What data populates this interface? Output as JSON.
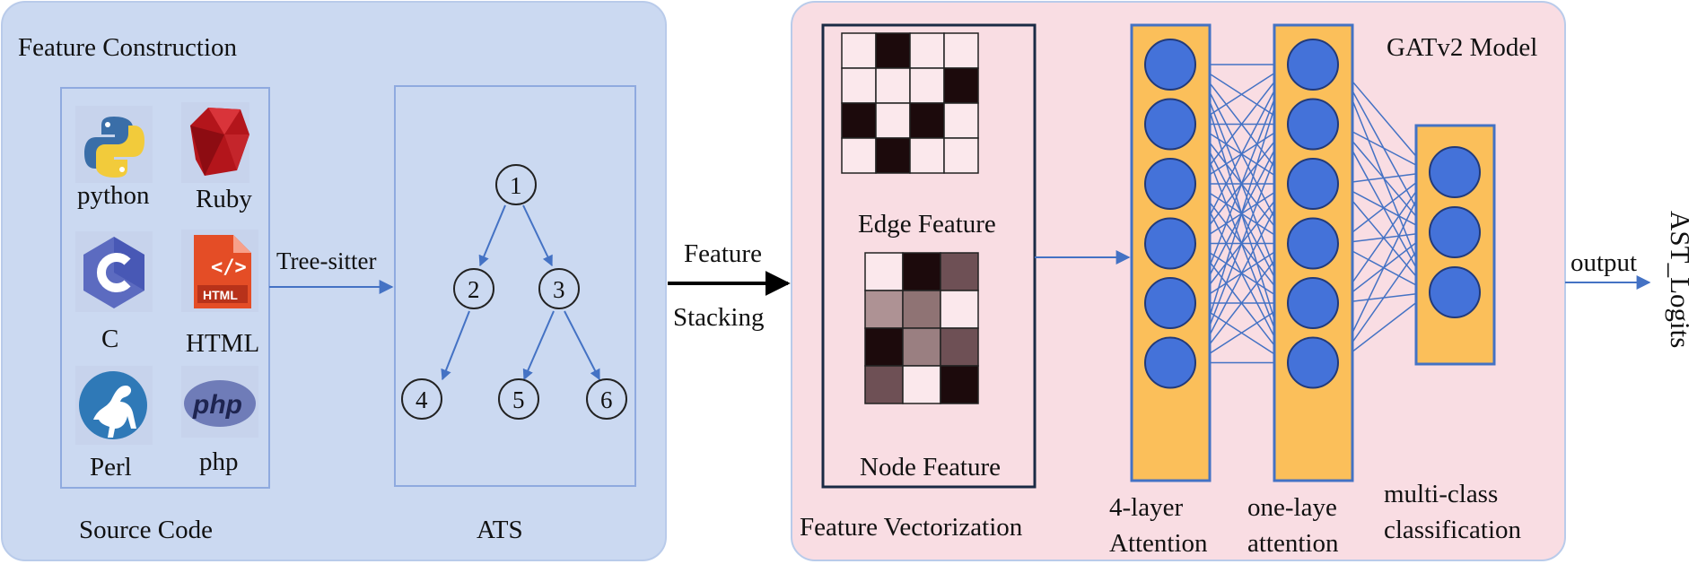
{
  "left_panel": {
    "title": "Feature Construction",
    "source_code_label": "Source Code",
    "ast_label": "ATS",
    "languages": [
      {
        "name": "python",
        "icon": "python-logo"
      },
      {
        "name": "Ruby",
        "icon": "ruby-logo"
      },
      {
        "name": "C",
        "icon": "c-logo"
      },
      {
        "name": "HTML",
        "icon": "html-file-icon"
      },
      {
        "name": "Perl",
        "icon": "perl-camel-logo"
      },
      {
        "name": "php",
        "icon": "php-logo"
      }
    ],
    "html_icon_text": "HTML",
    "php_icon_text": "php",
    "parser_label": "Tree-sitter",
    "tree_nodes": [
      "1",
      "2",
      "3",
      "4",
      "5",
      "6"
    ]
  },
  "middle": {
    "arrow_label_line1": "Feature",
    "arrow_label_line2": "Stacking"
  },
  "right_panel": {
    "model_title": "GATv2 Model",
    "edge_feature_label": "Edge Feature",
    "node_feature_label": "Node Feature",
    "vectorization_label": "Feature Vectorization",
    "layer1_label_line1": "4-layer",
    "layer1_label_line2": "Attention",
    "layer2_label_line1": "one-laye",
    "layer2_label_line2": "attention",
    "layer3_label_line1": "multi-class",
    "layer3_label_line2": "classification",
    "edge_matrix": [
      [
        0,
        1,
        0,
        0
      ],
      [
        0,
        0,
        0,
        1
      ],
      [
        1,
        0,
        1,
        0
      ],
      [
        0,
        1,
        0,
        0
      ]
    ],
    "node_matrix": [
      [
        "#fbe8ec",
        "#1c0a0c",
        "#6e5055"
      ],
      [
        "#ae9294",
        "#8f7374",
        "#fbe8ec"
      ],
      [
        "#1c0a0c",
        "#9a7f81",
        "#6e5055"
      ],
      [
        "#6e5055",
        "#fbe8ec",
        "#1c0a0c"
      ]
    ],
    "layer_sizes": [
      6,
      6,
      3
    ]
  },
  "output": {
    "arrow_label": "output",
    "result_label": "AST_Logits"
  },
  "colors": {
    "left_panel_bg": "#cbd9f1",
    "left_panel_border": "#b9cbea",
    "right_panel_bg": "#f9dde3",
    "right_panel_border": "#b9cbea",
    "box_border": "#8faadf",
    "arrow_blue": "#4472c4",
    "node_blue": "#4472d9",
    "layer_fill": "#fbbf5a",
    "matrix_light": "#fbe8ec",
    "matrix_dark": "#1c0a0c"
  }
}
